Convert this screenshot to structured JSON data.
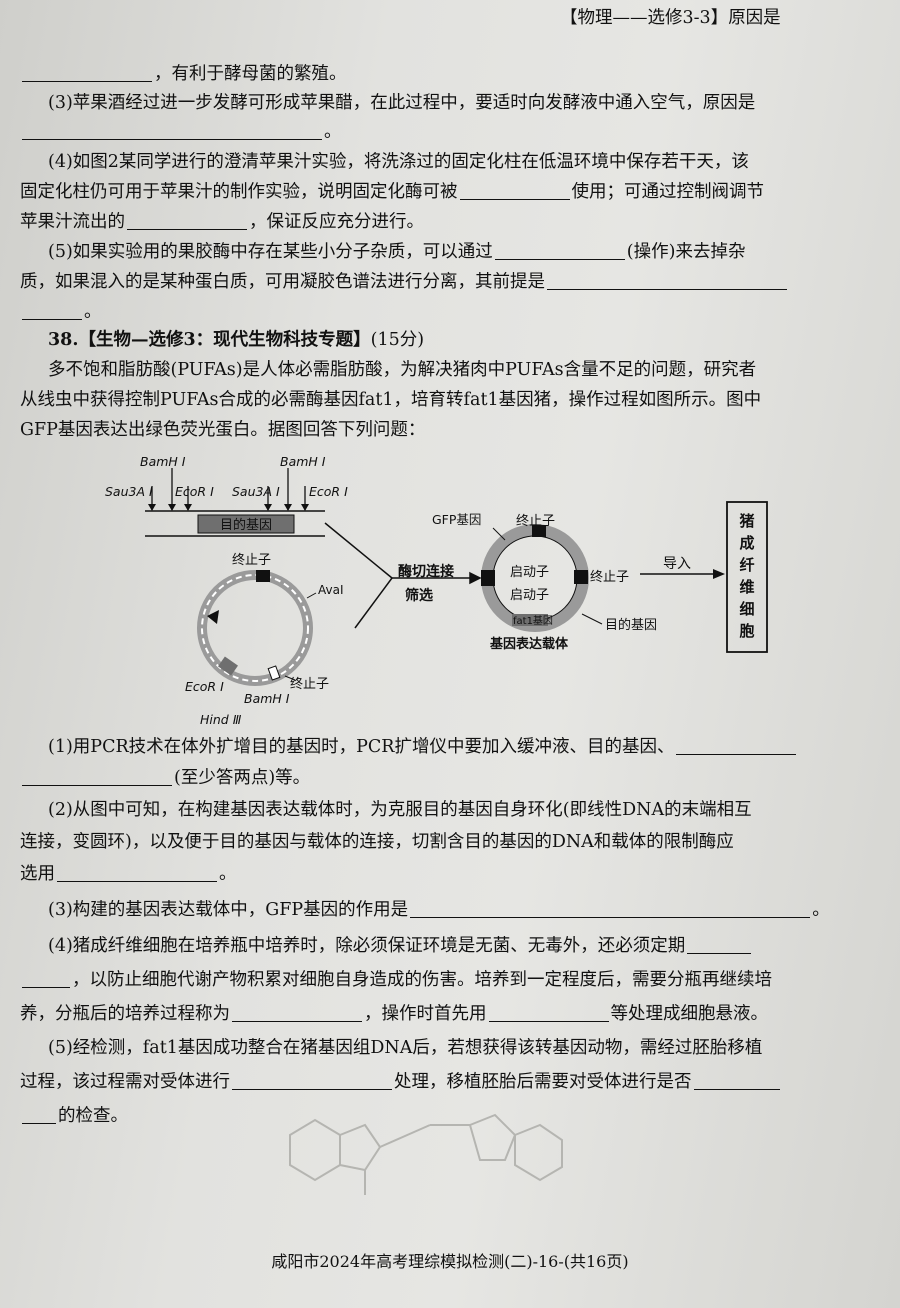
{
  "q37": {
    "top_fragment": "原因是",
    "top_prefix": "【物理——选修3-3】",
    "l1": "，有利于酵母菌的繁殖。",
    "l2": "(3)苹果酒经过进一步发酵可形成苹果醋，在此过程中，要适时向发酵液中通入空气，原因是",
    "l2_end": "。",
    "l3": "(4)如图2某同学进行的澄清苹果汁实验，将洗涤过的固定化柱在低温环境中保存若干天，该",
    "l4a": "固定化柱仍可用于苹果汁的制作实验，说明固定化酶可被",
    "l4b": "使用；可通过控制阀调节",
    "l5a": "苹果汁流出的",
    "l5b": "，保证反应充分进行。",
    "l6a": "(5)如果实验用的果胶酶中存在某些小分子杂质，可以通过",
    "l6b": "(操作)来去掉杂",
    "l7": "质，如果混入的是某种蛋白质，可用凝胶色谱法进行分离，其前提是",
    "l8_end": "。"
  },
  "q38": {
    "head_num": "38.",
    "head_title": "【生物—选修3：现代生物科技专题】",
    "head_score": "(15分)",
    "p1": "多不饱和脂肪酸(PUFAs)是人体必需脂肪酸，为解决猪肉中PUFAs含量不足的问题，研究者",
    "p2": "从线虫中获得控制PUFAs合成的必需酶基因fat1，培育转fat1基因猪，操作过程如图所示。图中",
    "p3": "GFP基因表达出绿色荧光蛋白。据图回答下列问题：",
    "q1a": "(1)用PCR技术在体外扩增目的基因时，PCR扩增仪中要加入缓冲液、目的基因、",
    "q1b": "(至少答两点)等。",
    "q2a": "(2)从图中可知，在构建基因表达载体时，为克服目的基因自身环化(即线性DNA的末端相互",
    "q2b": "连接，变圆环)，以及便于目的基因与载体的连接，切割含目的基因的DNA和载体的限制酶应",
    "q2c": "选用",
    "q2c_end": "。",
    "q3a": "(3)构建的基因表达载体中，GFP基因的作用是",
    "q3_end": "。",
    "q4a": "(4)猪成纤维细胞在培养瓶中培养时，除必须保证环境是无菌、无毒外，还必须定期",
    "q4b": "，以防止细胞代谢产物积累对细胞自身造成的伤害。培养到一定程度后，需要分瓶再继续培",
    "q4c1": "养，分瓶后的培养过程称为",
    "q4c2": "，操作时首先用",
    "q4c3": "等处理成细胞悬液。",
    "q5a": "(5)经检测，fat1基因成功整合在猪基因组DNA后，若想获得该转基因动物，需经过胚胎移植",
    "q5b1": "过程，该过程需对受体进行",
    "q5b2": "处理，移植胚胎后需要对受体进行是否",
    "q5c": "的检查。"
  },
  "diagram": {
    "bamh1": "BamH Ⅰ",
    "sau3a1": "Sau3A Ⅰ",
    "ecor1": "EcoR Ⅰ",
    "target_gene": "目的基因",
    "terminator": "终止子",
    "aval": "AvaⅠ",
    "hind3": "Hind Ⅲ",
    "enzyme_step1": "酶切连接",
    "enzyme_step2": "筛选",
    "gfp_gene": "GFP基因",
    "promoter": "启动子",
    "fat1_gene": "fat1基因",
    "expression_vector": "基因表达载体",
    "import": "导入",
    "pig_cell": "猪成纤维细胞",
    "colors": {
      "ring": "#9a9a9a",
      "dark": "#111111",
      "gene_box": "#6f6f6f"
    }
  },
  "footer": "咸阳市2024年高考理综模拟检测(二)-16-(共16页)"
}
